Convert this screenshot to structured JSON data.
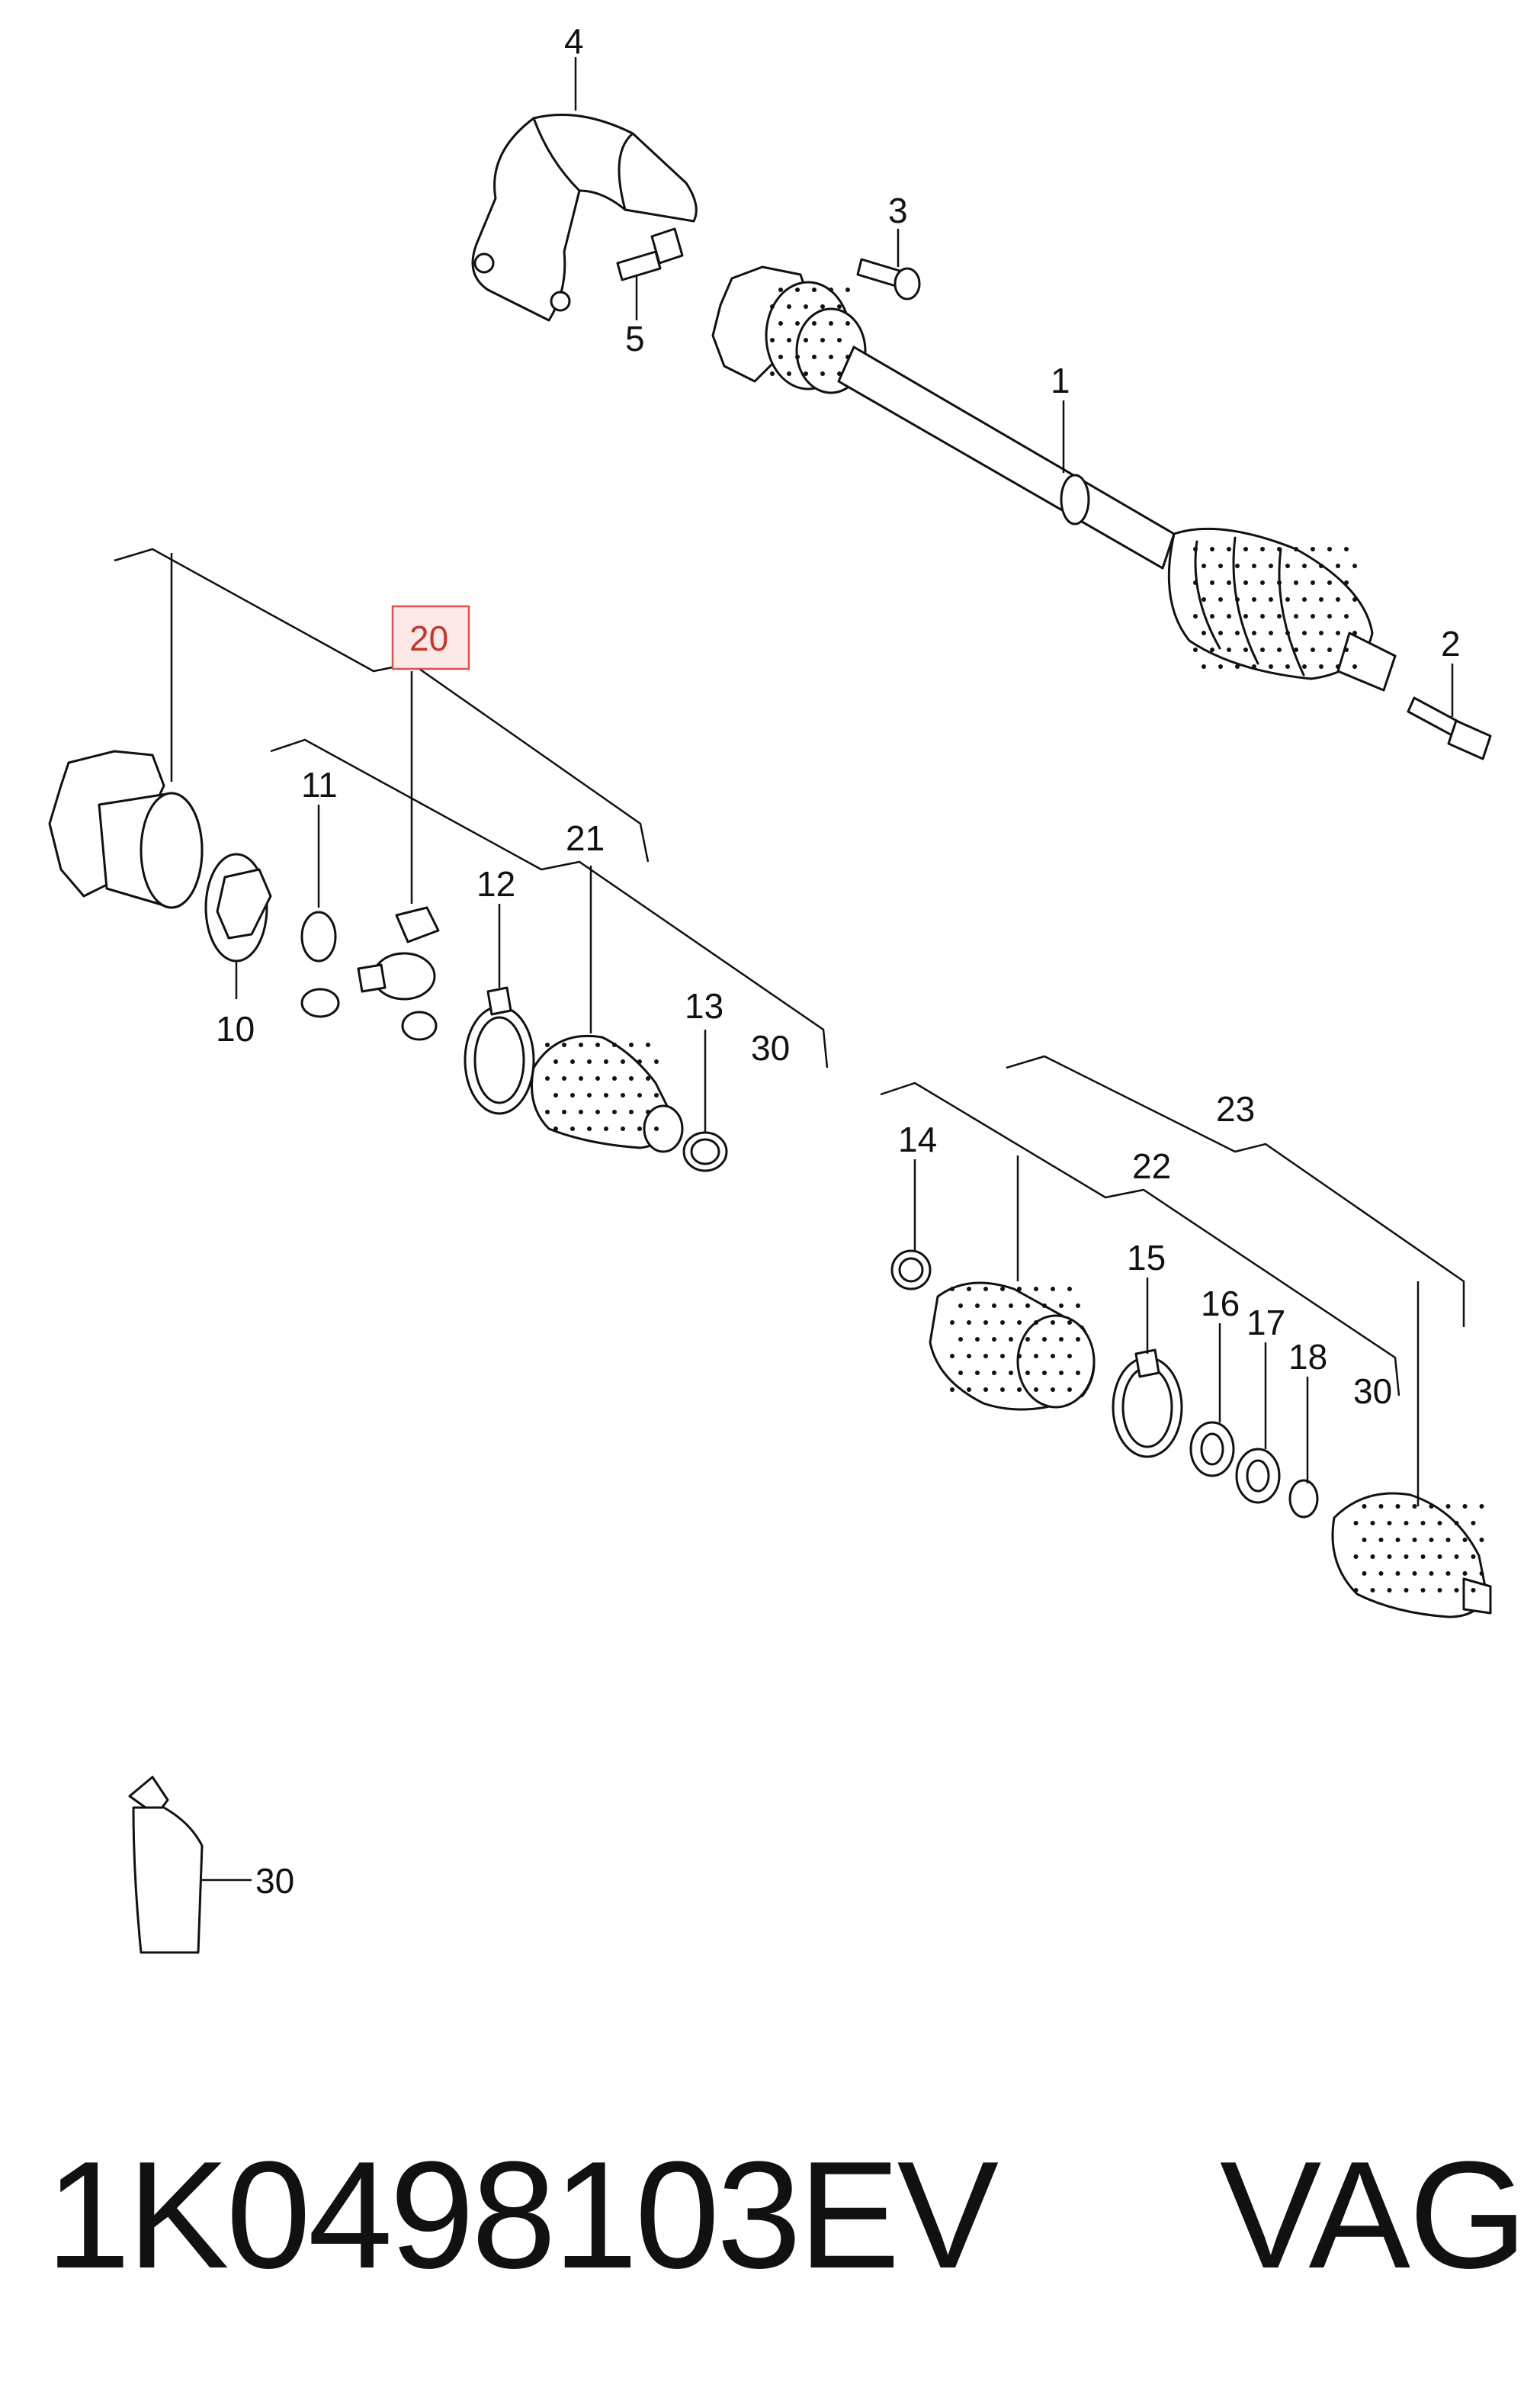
{
  "diagram": {
    "callouts": {
      "c1": "1",
      "c2": "2",
      "c3": "3",
      "c4": "4",
      "c5": "5",
      "c10": "10",
      "c11": "11",
      "c12": "12",
      "c13": "13",
      "c14": "14",
      "c15": "15",
      "c16": "16",
      "c17": "17",
      "c18": "18",
      "c20": "20",
      "c21": "21",
      "c22": "22",
      "c23": "23",
      "c30a": "30",
      "c30b": "30",
      "c30c": "30"
    },
    "highlight_color": "#d9534f"
  },
  "footer": {
    "part_number": "1K0498103EV",
    "brand": "VAG"
  }
}
